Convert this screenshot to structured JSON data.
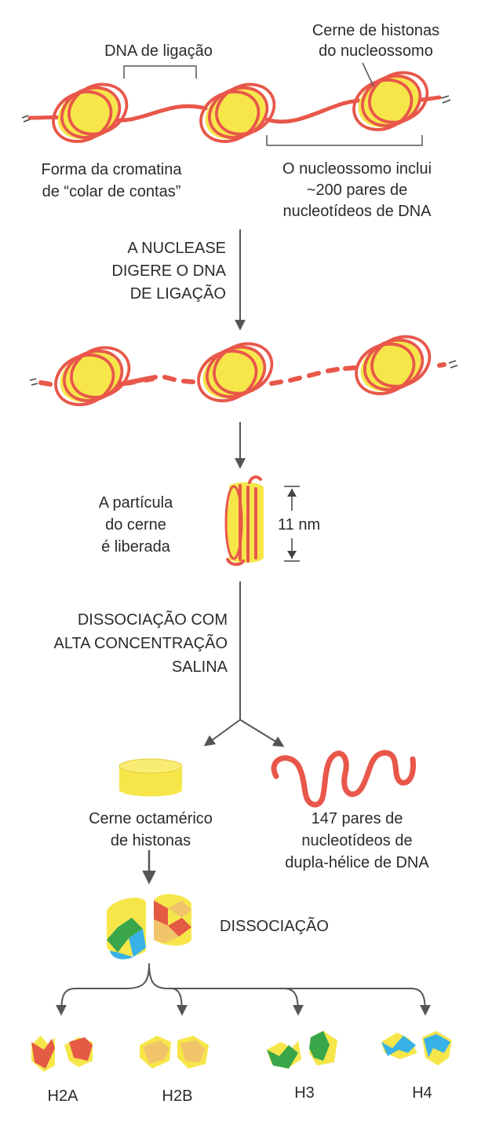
{
  "labels": {
    "linker_dna": "DNA de ligação",
    "core_line1": "Cerne de histonas",
    "core_line2": "do nucleossomo",
    "bead_line1": "Forma da cromatina",
    "bead_line2": "de “colar de contas”",
    "nuc_line1": "O nucleossomo inclui",
    "nuc_line2": "~200 pares de",
    "nuc_line3": "nucleotídeos de DNA",
    "step1_line1": "A NUCLEASE",
    "step1_line2": "DIGERE O DNA",
    "step1_line3": "DE LIGAÇÃO",
    "particle_line1": "A partícula",
    "particle_line2": "do cerne",
    "particle_line3": "é liberada",
    "size": "11 nm",
    "step2_line1": "DISSOCIAÇÃO COM",
    "step2_line2": "ALTA CONCENTRAÇÃO",
    "step2_line3": "SALINA",
    "octamer_line1": "Cerne octamérico",
    "octamer_line2": "de histonas",
    "dna_line1": "147 pares de",
    "dna_line2": "nucleotídeos de",
    "dna_line3": "dupla-hélice de DNA",
    "step3": "DISSOCIAÇÃO",
    "h2a": "H2A",
    "h2b": "H2B",
    "h3": "H3",
    "h4": "H4"
  },
  "colors": {
    "histone_core": "#f6e64a",
    "dna": "#e8574a",
    "arrow": "#555555",
    "h2a": "#e45a44",
    "h2b": "#f1c46a",
    "h3": "#3aa64a",
    "h4": "#38b2e6"
  }
}
